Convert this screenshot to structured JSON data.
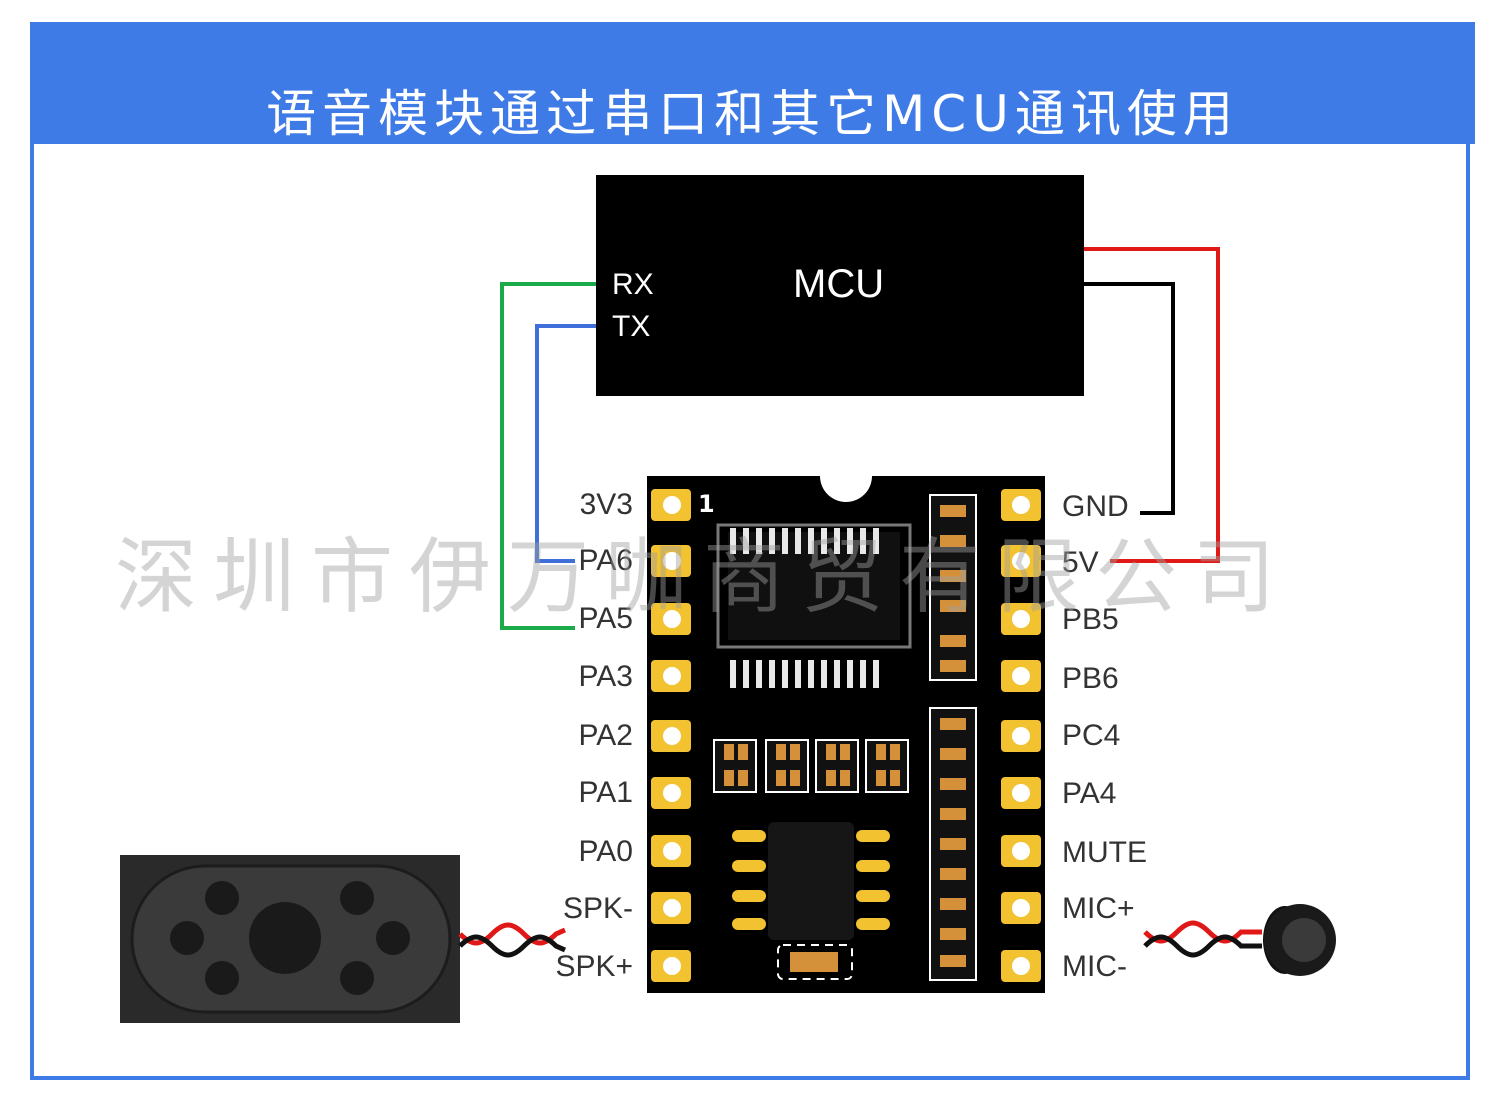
{
  "banner": {
    "title": "语音模块通过串口和其它MCU通讯使用"
  },
  "mcu": {
    "label": "MCU",
    "pins": {
      "rx": "RX",
      "tx": "TX"
    }
  },
  "module": {
    "pin1_marker": "1",
    "left_pins": [
      "3V3",
      "PA6",
      "PA5",
      "PA3",
      "PA2",
      "PA1",
      "PA0",
      "SPK-",
      "SPK+"
    ],
    "right_pins": [
      "GND",
      "5V",
      "PB5",
      "PB6",
      "PC4",
      "PA4",
      "MUTE",
      "MIC+",
      "MIC-"
    ]
  },
  "wires": [
    {
      "from": "RX",
      "to": "PA5",
      "color": "#1aaa4a"
    },
    {
      "from": "TX",
      "to": "PA6",
      "color": "#3f6fd8"
    },
    {
      "from": "GND",
      "to": "MCU",
      "color": "#000000"
    },
    {
      "from": "5V",
      "to": "MCU",
      "color": "#e01818"
    }
  ],
  "watermark": "深圳市伊万咖商贸有限公司",
  "colors": {
    "accent": "#3f7be6",
    "pad_gold": "#f2c230",
    "board": "#000000"
  }
}
